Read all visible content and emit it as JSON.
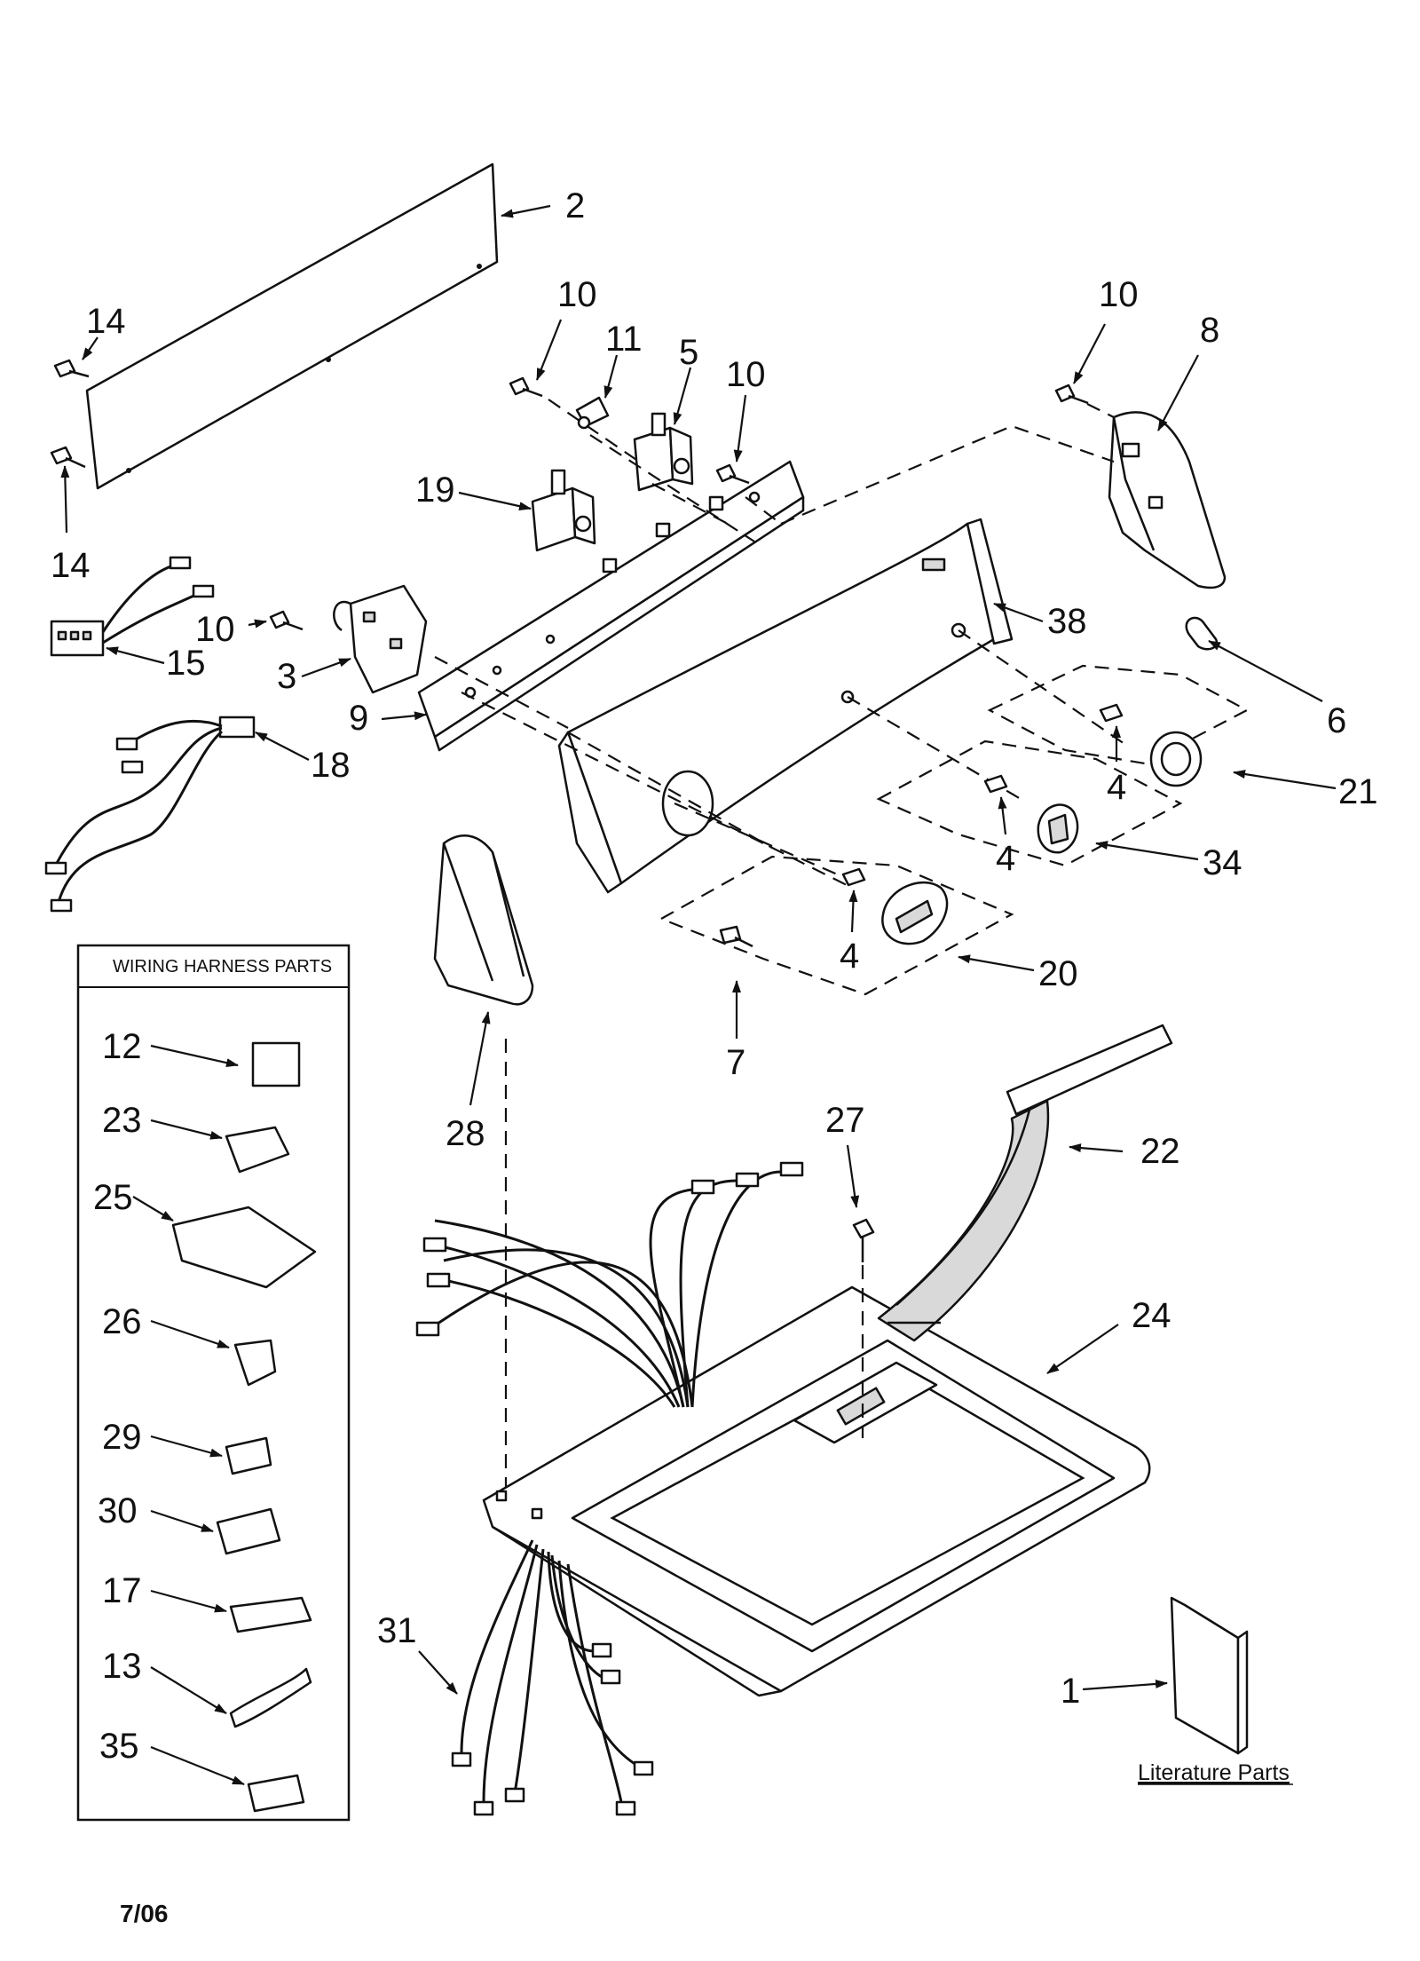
{
  "callouts": [
    {
      "label": "2"
    },
    {
      "label": "14"
    },
    {
      "label": "14"
    },
    {
      "label": "10"
    },
    {
      "label": "11"
    },
    {
      "label": "5"
    },
    {
      "label": "10"
    },
    {
      "label": "10"
    },
    {
      "label": "8"
    },
    {
      "label": "19"
    },
    {
      "label": "10"
    },
    {
      "label": "15"
    },
    {
      "label": "3"
    },
    {
      "label": "9"
    },
    {
      "label": "18"
    },
    {
      "label": "38"
    },
    {
      "label": "6"
    },
    {
      "label": "4"
    },
    {
      "label": "21"
    },
    {
      "label": "4"
    },
    {
      "label": "34"
    },
    {
      "label": "4"
    },
    {
      "label": "20"
    },
    {
      "label": "7"
    },
    {
      "label": "28"
    },
    {
      "label": "27"
    },
    {
      "label": "22"
    },
    {
      "label": "24"
    },
    {
      "label": "31"
    },
    {
      "label": "1"
    },
    {
      "label": "12"
    },
    {
      "label": "23"
    },
    {
      "label": "25"
    },
    {
      "label": "26"
    },
    {
      "label": "29"
    },
    {
      "label": "30"
    },
    {
      "label": "17"
    },
    {
      "label": "13"
    },
    {
      "label": "35"
    }
  ],
  "wiring_harness_box": {
    "title": "WIRING HARNESS PARTS"
  },
  "literature": {
    "label": "Literature Parts"
  },
  "date_code": "7/06"
}
